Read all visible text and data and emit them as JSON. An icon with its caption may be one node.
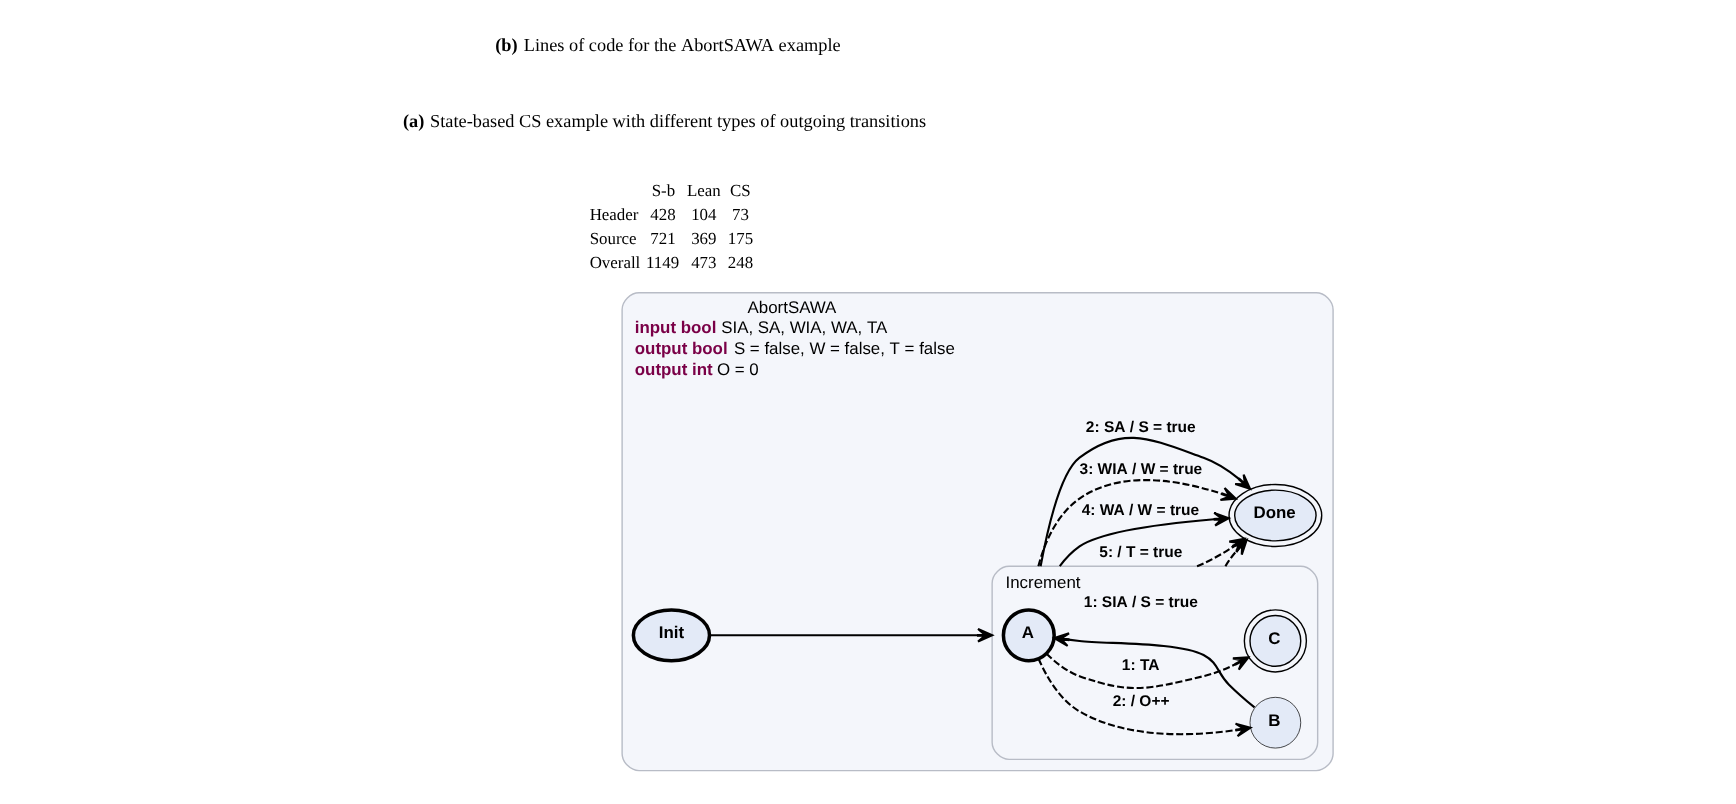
{
  "diagram": {
    "nodes": [
      {
        "text": [
          "AbortSAWA",
          "**input bool** SIA, SA, WIA, WA, TA",
          "**output bool** S = false, W = false, T = false",
          "**output int** O = 0"
        ]
      },
      {
        "text": [
          "Init"
        ],
        "in": 0
      },
      {
        "text": [
          "Increment"
        ],
        "in": 0
      },
      {
        "text": [
          "A"
        ],
        "in": 2
      },
      {
        "text": [
          "B"
        ],
        "in": 2
      },
      {
        "text": [
          "C"
        ],
        "in": 2
      },
      {
        "text": [
          "Done"
        ],
        "in": 0
      }
    ],
    "edges": [
      {
        "from": 1,
        "to": 2,
        "arrow": "to"
      },
      {
        "from": 3,
        "to": 4,
        "arrow": "to",
        "label": "2: / O++",
        "style": "dashed"
      },
      {
        "from": 4,
        "to": 3,
        "arrow": "to"
      },
      {
        "from": 3,
        "to": 5,
        "arrow": "to",
        "label": "1: TA",
        "style": "dashed"
      },
      {
        "from": 2,
        "to": 6,
        "arrow": "to",
        "label": "1: SIA / S = true",
        "style": "dashed"
      },
      {
        "from": 2,
        "to": 6,
        "arrow": "to",
        "label": "5: / T = true",
        "style": "dashed"
      },
      {
        "from": 2,
        "to": 6,
        "arrow": "to",
        "label": "4: WA / W = true"
      },
      {
        "from": 2,
        "to": 6,
        "arrow": "to",
        "label": "3: WIA / W = true",
        "style": "dashed"
      },
      {
        "from": 2,
        "to": 6,
        "arrow": "to",
        "label": "2: SA / S = true"
      }
    ],
    "labels": [
      "S-b",
      "Lean",
      "CS",
      "Header",
      "428",
      "104",
      "73",
      "Source",
      "721",
      "369",
      "175",
      "Overall",
      "1149",
      "473",
      "248",
      "**(a)** State-based CS example with different types of outgoing transitions",
      "**(b)** Lines of code for the AbortSAWA example"
    ]
  }
}
